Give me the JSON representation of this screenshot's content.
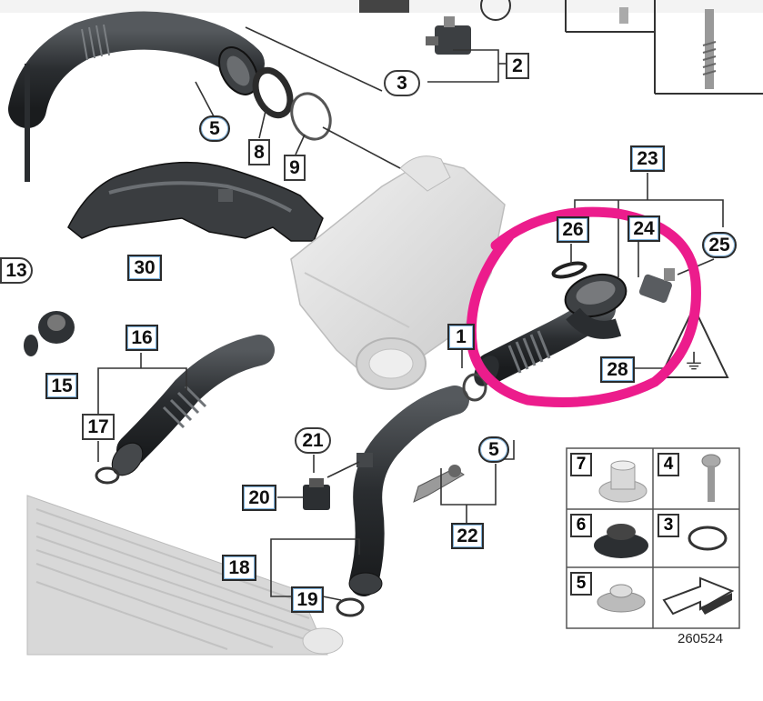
{
  "labels": {
    "n2": "2",
    "n3_top": "3",
    "n5_top": "5",
    "n8": "8",
    "n9": "9",
    "n13": "13",
    "n15": "15",
    "n16": "16",
    "n17": "17",
    "n18": "18",
    "n19": "19",
    "n20": "20",
    "n21": "21",
    "n22": "22",
    "n23": "23",
    "n24": "24",
    "n25": "25",
    "n26": "26",
    "n28": "28",
    "n30": "30",
    "n1x": "1",
    "n5_mid": "5"
  },
  "table": {
    "cells": [
      "7",
      "4",
      "6",
      "3",
      "5"
    ]
  },
  "diagram_number": "260524",
  "colors": {
    "highlight": "#ec1c8c",
    "part_dark": "#2e3134",
    "part_light": "#d9d9d9",
    "line": "#333333"
  }
}
